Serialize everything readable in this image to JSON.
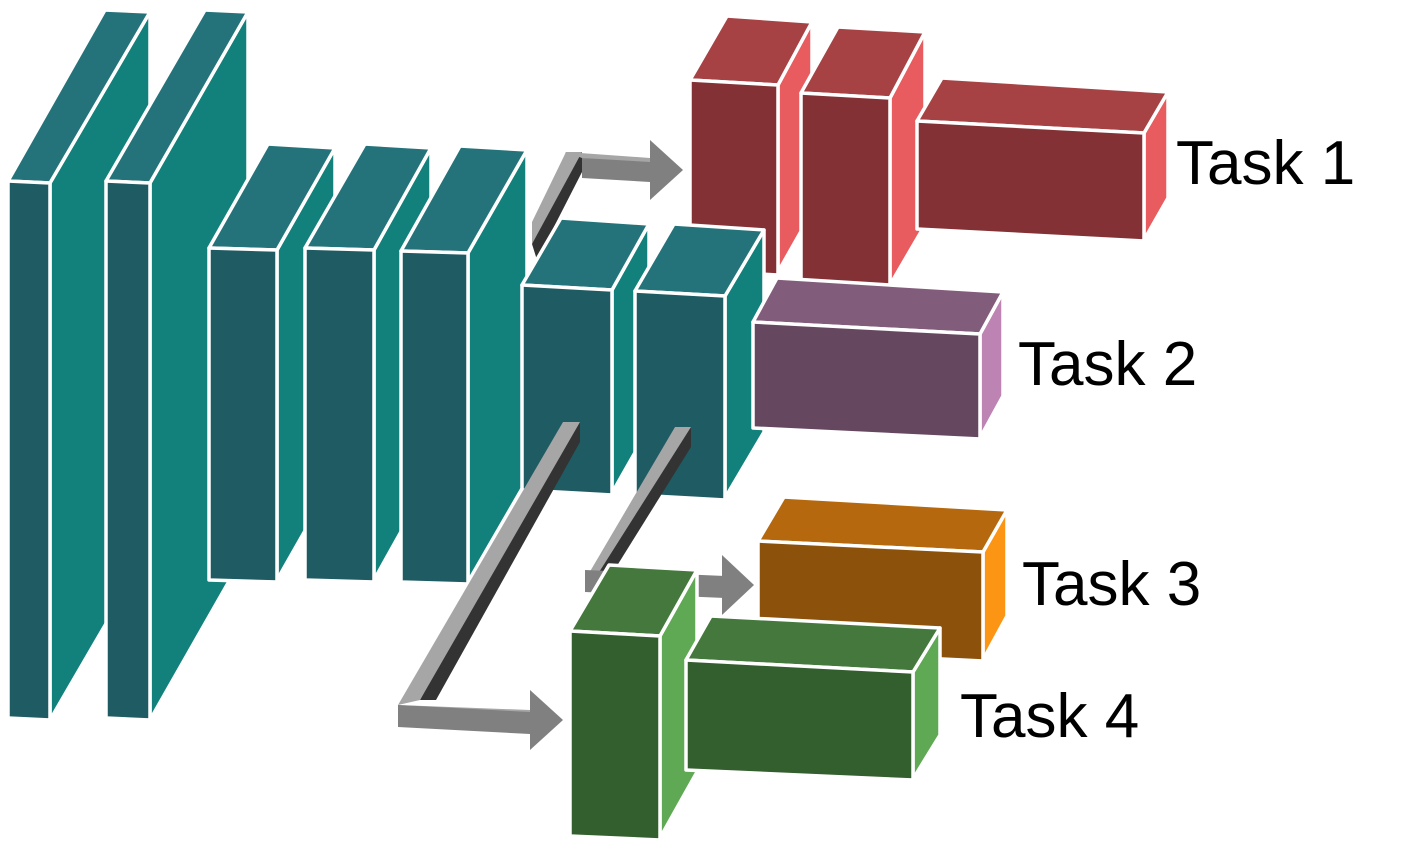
{
  "diagram": {
    "tasks": [
      {
        "label": "Task 1"
      },
      {
        "label": "Task 2"
      },
      {
        "label": "Task 3"
      },
      {
        "label": "Task 4"
      }
    ]
  },
  "colors": {
    "shared_layers": {
      "front": "#1f5b63",
      "top": "#25737a",
      "side": "#12817b"
    },
    "task_1": {
      "front": "#833134",
      "top": "#a64244",
      "side": "#e85b5e"
    },
    "task_2": {
      "front": "#664760",
      "top": "#825c7b",
      "side": "#bd83b2"
    },
    "task_3": {
      "front": "#8c510a",
      "top": "#b5680e",
      "side": "#fd9514"
    },
    "task_4": {
      "front": "#335e2d",
      "top": "#45783c",
      "side": "#5fa854"
    },
    "arrows": {
      "light": "#a6a6a6",
      "dark": "#808080",
      "shadow": "#333333"
    }
  }
}
